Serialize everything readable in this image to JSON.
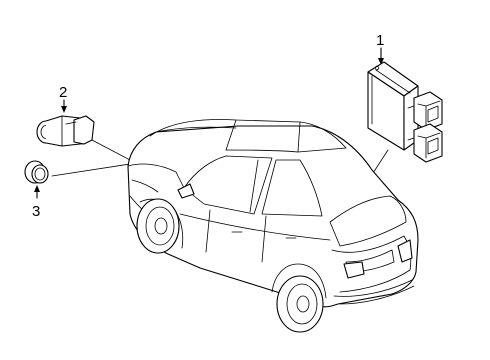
{
  "callouts": [
    {
      "number": "1",
      "part": "control-module"
    },
    {
      "number": "2",
      "part": "park-sensor"
    },
    {
      "number": "3",
      "part": "sensor-bezel"
    }
  ],
  "colors": {
    "line": "#000000",
    "background": "#ffffff"
  }
}
